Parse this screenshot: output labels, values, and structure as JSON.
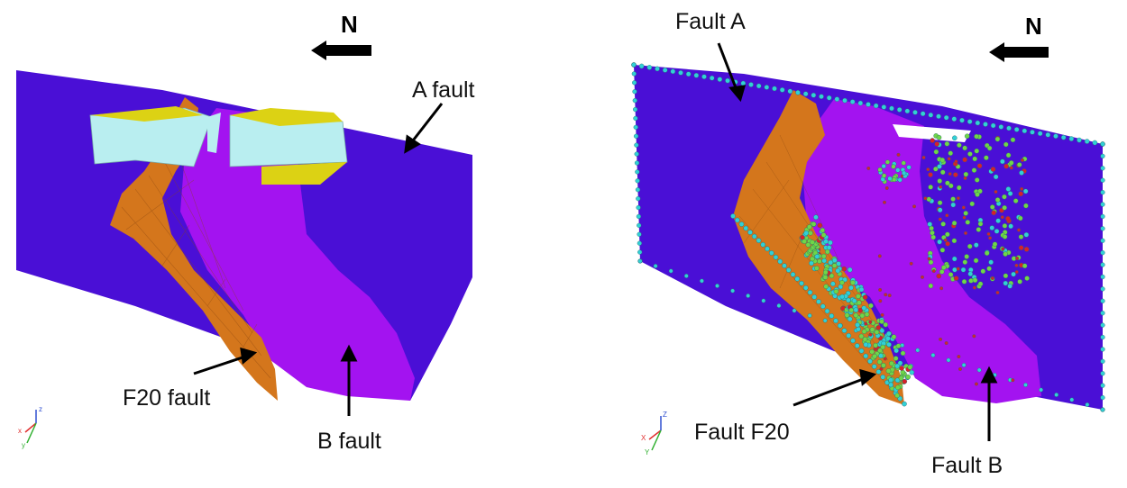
{
  "left_panel": {
    "north_label": "N",
    "labels": {
      "a_fault": "A fault",
      "f20_fault": "F20 fault",
      "b_fault": "B fault"
    },
    "axes": {
      "z": "z",
      "x": "x",
      "y": "y"
    }
  },
  "right_panel": {
    "north_label": "N",
    "labels": {
      "fault_a": "Fault A",
      "fault_f20": "Fault F20",
      "fault_b": "Fault B"
    },
    "axes": {
      "z": "Z",
      "x": "X",
      "y": "Y"
    }
  },
  "colors": {
    "fault_a": "#4a0fd6",
    "fault_b": "#a313f0",
    "fault_f20": "#d4761c",
    "block_light": "#b9eef0",
    "block_yellow": "#dcd214",
    "node_cyan": "#31d0d6",
    "node_green": "#6fd648",
    "node_red": "#d8202a"
  }
}
